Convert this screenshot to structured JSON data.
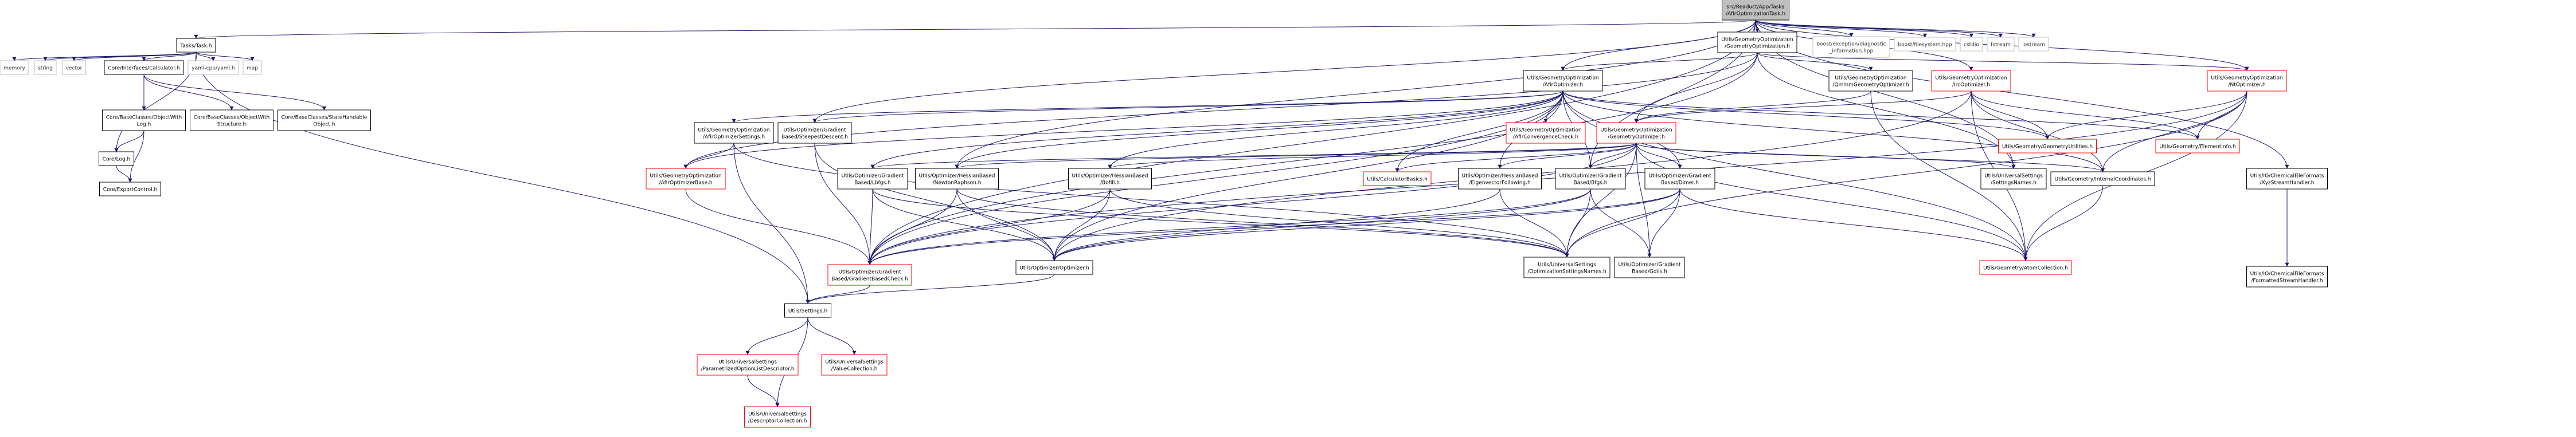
{
  "title": "src/Readuct/App/Tasks/AfirOptimizationTask.h include dependency graph",
  "colors": {
    "edge": "#191970",
    "root_fill": "#bfbfbf",
    "node_border": "#000000",
    "truncated_border": "#ff0000",
    "external_border": "#bfbfbf"
  },
  "nodes": [
    {
      "id": "root",
      "lines": [
        "src/Readuct/App/Tasks",
        "/AfirOptimizationTask.h"
      ],
      "kind": "root"
    },
    {
      "id": "task",
      "lines": [
        "Tasks/Task.h"
      ],
      "kind": "normal"
    },
    {
      "id": "memory",
      "lines": [
        "memory"
      ],
      "kind": "external"
    },
    {
      "id": "string",
      "lines": [
        "string"
      ],
      "kind": "external"
    },
    {
      "id": "vector",
      "lines": [
        "vector"
      ],
      "kind": "external"
    },
    {
      "id": "calculator",
      "lines": [
        "Core/Interfaces/Calculator.h"
      ],
      "kind": "normal"
    },
    {
      "id": "yaml",
      "lines": [
        "yaml-cpp/yaml.h"
      ],
      "kind": "external"
    },
    {
      "id": "map",
      "lines": [
        "map"
      ],
      "kind": "external"
    },
    {
      "id": "objlog",
      "lines": [
        "Core/BaseClasses/ObjectWith",
        "Log.h"
      ],
      "kind": "normal"
    },
    {
      "id": "objstruct",
      "lines": [
        "Core/BaseClasses/ObjectWith",
        "Structure.h"
      ],
      "kind": "normal"
    },
    {
      "id": "statehandle",
      "lines": [
        "Core/BaseClasses/StateHandable",
        "Object.h"
      ],
      "kind": "normal"
    },
    {
      "id": "log",
      "lines": [
        "Core/Log.h"
      ],
      "kind": "normal"
    },
    {
      "id": "export",
      "lines": [
        "Core/ExportControl.h"
      ],
      "kind": "normal"
    },
    {
      "id": "geoopt",
      "lines": [
        "Utils/GeometryOptimization",
        "/GeometryOptimization.h"
      ],
      "kind": "normal"
    },
    {
      "id": "boostdiag",
      "lines": [
        "boost/exception/diagnostic",
        "_information.hpp"
      ],
      "kind": "external"
    },
    {
      "id": "boostfs",
      "lines": [
        "boost/filesystem.hpp"
      ],
      "kind": "external"
    },
    {
      "id": "cstdio",
      "lines": [
        "cstdio"
      ],
      "kind": "external"
    },
    {
      "id": "fstream",
      "lines": [
        "fstream"
      ],
      "kind": "external"
    },
    {
      "id": "iostream",
      "lines": [
        "iostream"
      ],
      "kind": "external"
    },
    {
      "id": "afiropt",
      "lines": [
        "Utils/GeometryOptimization",
        "/AfirOptimizer.h"
      ],
      "kind": "normal"
    },
    {
      "id": "qmmm",
      "lines": [
        "Utils/GeometryOptimization",
        "/QmmmGeometryOptimizer.h"
      ],
      "kind": "normal"
    },
    {
      "id": "ircopt",
      "lines": [
        "Utils/GeometryOptimization",
        "/IrcOptimizer.h"
      ],
      "kind": "truncated"
    },
    {
      "id": "ntopt",
      "lines": [
        "Utils/GeometryOptimization",
        "/NtOptimizer.h"
      ],
      "kind": "truncated"
    },
    {
      "id": "afirsettings",
      "lines": [
        "Utils/GeometryOptimization",
        "/AfirOptimizerSettings.h"
      ],
      "kind": "normal"
    },
    {
      "id": "steepest",
      "lines": [
        "Utils/Optimizer/Gradient",
        "Based/SteepestDescent.h"
      ],
      "kind": "normal"
    },
    {
      "id": "afirconv",
      "lines": [
        "Utils/GeometryOptimization",
        "/AfirConvergenceCheck.h"
      ],
      "kind": "truncated"
    },
    {
      "id": "geomoptimizer",
      "lines": [
        "Utils/GeometryOptimization",
        "/GeometryOptimizer.h"
      ],
      "kind": "truncated"
    },
    {
      "id": "geomutils",
      "lines": [
        "Utils/Geometry/GeometryUtilities.h"
      ],
      "kind": "truncated"
    },
    {
      "id": "elementinfo",
      "lines": [
        "Utils/Geometry/ElementInfo.h"
      ],
      "kind": "truncated"
    },
    {
      "id": "afirbase",
      "lines": [
        "Utils/GeometryOptimization",
        "/AfirOptimizerBase.h"
      ],
      "kind": "truncated"
    },
    {
      "id": "lbfgs",
      "lines": [
        "Utils/Optimizer/Gradient",
        "Based/Lbfgs.h"
      ],
      "kind": "normal"
    },
    {
      "id": "newton",
      "lines": [
        "Utils/Optimizer/HessianBased",
        "/NewtonRaphson.h"
      ],
      "kind": "normal"
    },
    {
      "id": "bofill",
      "lines": [
        "Utils/Optimizer/HessianBased",
        "/Bofill.h"
      ],
      "kind": "normal"
    },
    {
      "id": "calcbasics",
      "lines": [
        "Utils/CalculatorBasics.h"
      ],
      "kind": "truncated"
    },
    {
      "id": "eigen",
      "lines": [
        "Utils/Optimizer/HessianBased",
        "/EigenvectorFollowing.h"
      ],
      "kind": "normal"
    },
    {
      "id": "bfgs",
      "lines": [
        "Utils/Optimizer/Gradient",
        "Based/Bfgs.h"
      ],
      "kind": "normal"
    },
    {
      "id": "dimer",
      "lines": [
        "Utils/Optimizer/Gradient",
        "Based/Dimer.h"
      ],
      "kind": "normal"
    },
    {
      "id": "settingsnames",
      "lines": [
        "Utils/UniversalSettings",
        "/SettingsNames.h"
      ],
      "kind": "normal"
    },
    {
      "id": "internalcoords",
      "lines": [
        "Utils/Geometry/InternalCoordinates.h"
      ],
      "kind": "normal"
    },
    {
      "id": "xyz",
      "lines": [
        "Utils/IO/ChemicalFileFormats",
        "/XyzStreamHandler.h"
      ],
      "kind": "normal"
    },
    {
      "id": "gradcheck",
      "lines": [
        "Utils/Optimizer/Gradient",
        "Based/GradientBasedCheck.h"
      ],
      "kind": "truncated"
    },
    {
      "id": "optimizer",
      "lines": [
        "Utils/Optimizer/Optimizer.h"
      ],
      "kind": "normal"
    },
    {
      "id": "optsettingsnames",
      "lines": [
        "Utils/UniversalSettings",
        "/OptimizationSettingsNames.h"
      ],
      "kind": "normal"
    },
    {
      "id": "gdiis",
      "lines": [
        "Utils/Optimizer/Gradient",
        "Based/Gdiis.h"
      ],
      "kind": "normal"
    },
    {
      "id": "atomcoll",
      "lines": [
        "Utils/Geometry/AtomCollection.h"
      ],
      "kind": "truncated"
    },
    {
      "id": "formatted",
      "lines": [
        "Utils/IO/ChemicalFileFormats",
        "/FormattedStreamHandler.h"
      ],
      "kind": "normal"
    },
    {
      "id": "settings",
      "lines": [
        "Utils/Settings.h"
      ],
      "kind": "normal"
    },
    {
      "id": "paramopt",
      "lines": [
        "Utils/UniversalSettings",
        "/ParametrizedOptionListDescriptor.h"
      ],
      "kind": "truncated"
    },
    {
      "id": "valuecoll",
      "lines": [
        "Utils/UniversalSettings",
        "/ValueCollection.h"
      ],
      "kind": "truncated"
    },
    {
      "id": "desccoll",
      "lines": [
        "Utils/UniversalSettings",
        "/DescriptorCollection.h"
      ],
      "kind": "truncated"
    }
  ],
  "edges": [
    [
      "root",
      "task"
    ],
    [
      "root",
      "geoopt"
    ],
    [
      "root",
      "boostdiag"
    ],
    [
      "root",
      "boostfs"
    ],
    [
      "root",
      "cstdio"
    ],
    [
      "root",
      "fstream"
    ],
    [
      "root",
      "iostream"
    ],
    [
      "root",
      "afiropt"
    ],
    [
      "root",
      "ircopt"
    ],
    [
      "root",
      "ntopt"
    ],
    [
      "root",
      "steepest"
    ],
    [
      "root",
      "newton"
    ],
    [
      "root",
      "bfgs"
    ],
    [
      "root",
      "xyz"
    ],
    [
      "root",
      "settingsnames"
    ],
    [
      "root",
      "gradcheck"
    ],
    [
      "task",
      "memory"
    ],
    [
      "task",
      "string"
    ],
    [
      "task",
      "vector"
    ],
    [
      "task",
      "calculator"
    ],
    [
      "task",
      "yaml"
    ],
    [
      "task",
      "map"
    ],
    [
      "task",
      "log"
    ],
    [
      "task",
      "settings"
    ],
    [
      "calculator",
      "objlog"
    ],
    [
      "calculator",
      "objstruct"
    ],
    [
      "calculator",
      "statehandle"
    ],
    [
      "objlog",
      "log"
    ],
    [
      "objlog",
      "export"
    ],
    [
      "log",
      "export"
    ],
    [
      "geoopt",
      "afiropt"
    ],
    [
      "geoopt",
      "qmmm"
    ],
    [
      "geoopt",
      "geomoptimizer"
    ],
    [
      "geoopt",
      "ntopt"
    ],
    [
      "geoopt",
      "gradcheck"
    ],
    [
      "geoopt",
      "afirbase"
    ],
    [
      "geoopt",
      "settingsnames"
    ],
    [
      "afiropt",
      "afirsettings"
    ],
    [
      "afiropt",
      "steepest"
    ],
    [
      "afiropt",
      "afirconv"
    ],
    [
      "afiropt",
      "afirbase"
    ],
    [
      "afiropt",
      "lbfgs"
    ],
    [
      "afiropt",
      "newton"
    ],
    [
      "afiropt",
      "bofill"
    ],
    [
      "afiropt",
      "calcbasics"
    ],
    [
      "afiropt",
      "eigen"
    ],
    [
      "afiropt",
      "bfgs"
    ],
    [
      "afiropt",
      "dimer"
    ],
    [
      "afiropt",
      "geomutils"
    ],
    [
      "afiropt",
      "internalcoords"
    ],
    [
      "afiropt",
      "elementinfo"
    ],
    [
      "afiropt",
      "atomcoll"
    ],
    [
      "afiropt",
      "gradcheck"
    ],
    [
      "afiropt",
      "optimizer"
    ],
    [
      "qmmm",
      "geomoptimizer"
    ],
    [
      "qmmm",
      "atomcoll"
    ],
    [
      "ircopt",
      "geomoptimizer"
    ],
    [
      "ircopt",
      "geomutils"
    ],
    [
      "ircopt",
      "elementinfo"
    ],
    [
      "ircopt",
      "internalcoords"
    ],
    [
      "ircopt",
      "atomcoll"
    ],
    [
      "ircopt",
      "optimizer"
    ],
    [
      "ntopt",
      "elementinfo"
    ],
    [
      "ntopt",
      "geomutils"
    ],
    [
      "ntopt",
      "internalcoords"
    ],
    [
      "ntopt",
      "atomcoll"
    ],
    [
      "ntopt",
      "optsettingsnames"
    ],
    [
      "ntopt",
      "gradcheck"
    ],
    [
      "afirsettings",
      "afirbase"
    ],
    [
      "afirsettings",
      "settings"
    ],
    [
      "afirsettings",
      "optsettingsnames"
    ],
    [
      "steepest",
      "gradcheck"
    ],
    [
      "steepest",
      "optimizer"
    ],
    [
      "afirbase",
      "gradcheck"
    ],
    [
      "geomoptimizer",
      "lbfgs"
    ],
    [
      "geomoptimizer",
      "newton"
    ],
    [
      "geomoptimizer",
      "bofill"
    ],
    [
      "geomoptimizer",
      "calcbasics"
    ],
    [
      "geomoptimizer",
      "eigen"
    ],
    [
      "geomoptimizer",
      "bfgs"
    ],
    [
      "geomoptimizer",
      "dimer"
    ],
    [
      "geomoptimizer",
      "settingsnames"
    ],
    [
      "geomoptimizer",
      "internalcoords"
    ],
    [
      "geomoptimizer",
      "atomcoll"
    ],
    [
      "geomoptimizer",
      "gradcheck"
    ],
    [
      "geomoptimizer",
      "optsettingsnames"
    ],
    [
      "geomoptimizer",
      "gdiis"
    ],
    [
      "lbfgs",
      "gradcheck"
    ],
    [
      "lbfgs",
      "optimizer"
    ],
    [
      "lbfgs",
      "optsettingsnames"
    ],
    [
      "newton",
      "optimizer"
    ],
    [
      "newton",
      "optsettingsnames"
    ],
    [
      "newton",
      "gradcheck"
    ],
    [
      "bofill",
      "optimizer"
    ],
    [
      "bofill",
      "optsettingsnames"
    ],
    [
      "bofill",
      "gradcheck"
    ],
    [
      "eigen",
      "optimizer"
    ],
    [
      "eigen",
      "optsettingsnames"
    ],
    [
      "bfgs",
      "optimizer"
    ],
    [
      "bfgs",
      "optsettingsnames"
    ],
    [
      "bfgs",
      "gdiis"
    ],
    [
      "bfgs",
      "gradcheck"
    ],
    [
      "dimer",
      "optimizer"
    ],
    [
      "dimer",
      "optsettingsnames"
    ],
    [
      "dimer",
      "gdiis"
    ],
    [
      "dimer",
      "atomcoll"
    ],
    [
      "dimer",
      "gradcheck"
    ],
    [
      "internalcoords",
      "atomcoll"
    ],
    [
      "xyz",
      "formatted"
    ],
    [
      "gradcheck",
      "settings"
    ],
    [
      "optimizer",
      "settings"
    ],
    [
      "settings",
      "paramopt"
    ],
    [
      "settings",
      "valuecoll"
    ],
    [
      "settings",
      "desccoll"
    ],
    [
      "paramopt",
      "desccoll"
    ]
  ]
}
